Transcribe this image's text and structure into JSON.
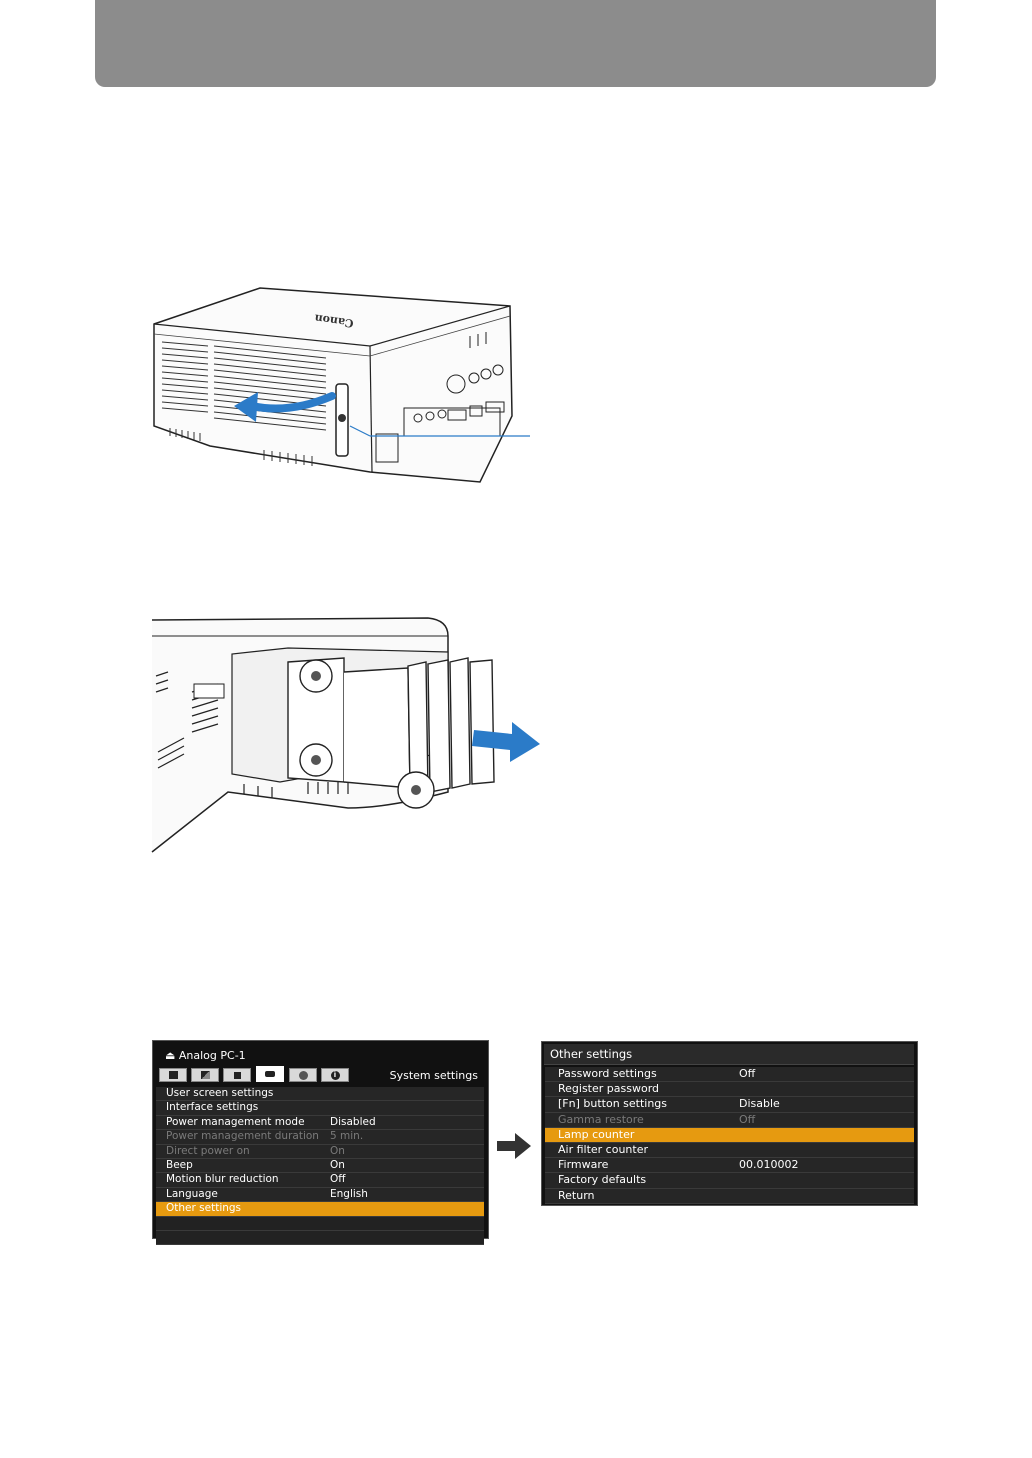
{
  "osd_main": {
    "source": "Analog PC-1",
    "section": "System settings",
    "tab_icons": [
      "screen-tab-icon",
      "image-adjust-tab-icon",
      "install-tab-icon",
      "system-tab-icon",
      "network-tab-icon",
      "info-tab-icon"
    ],
    "rows": [
      {
        "label": "User screen settings",
        "value": "",
        "state": "normal"
      },
      {
        "label": "Interface settings",
        "value": "",
        "state": "normal"
      },
      {
        "label": "Power management mode",
        "value": "Disabled",
        "state": "normal"
      },
      {
        "label": "Power management duration",
        "value": "5 min.",
        "state": "dim"
      },
      {
        "label": "Direct power on",
        "value": "On",
        "state": "dim"
      },
      {
        "label": "Beep",
        "value": "On",
        "state": "normal"
      },
      {
        "label": "Motion blur reduction",
        "value": "Off",
        "state": "normal"
      },
      {
        "label": "Language",
        "value": "English",
        "state": "normal"
      },
      {
        "label": "Other settings",
        "value": "",
        "state": "selected"
      }
    ]
  },
  "osd_other": {
    "title": "Other settings",
    "rows": [
      {
        "label": "Password settings",
        "value": "Off",
        "state": "normal"
      },
      {
        "label": "Register password",
        "value": "",
        "state": "normal"
      },
      {
        "label": "[Fn] button settings",
        "value": "Disable",
        "state": "normal"
      },
      {
        "label": "Gamma restore",
        "value": "Off",
        "state": "dim"
      },
      {
        "label": "Lamp counter",
        "value": "",
        "state": "selected"
      },
      {
        "label": "Air filter counter",
        "value": "",
        "state": "normal"
      },
      {
        "label": "Firmware",
        "value": "00.010002",
        "state": "normal"
      },
      {
        "label": "Factory defaults",
        "value": "",
        "state": "normal"
      },
      {
        "label": "Return",
        "value": "",
        "state": "normal"
      }
    ]
  },
  "figures": {
    "projector_logo": "Canon"
  },
  "colors": {
    "header": "#8c8c8c",
    "highlight": "#e69a10",
    "arrow_blue": "#2b7bc8"
  }
}
